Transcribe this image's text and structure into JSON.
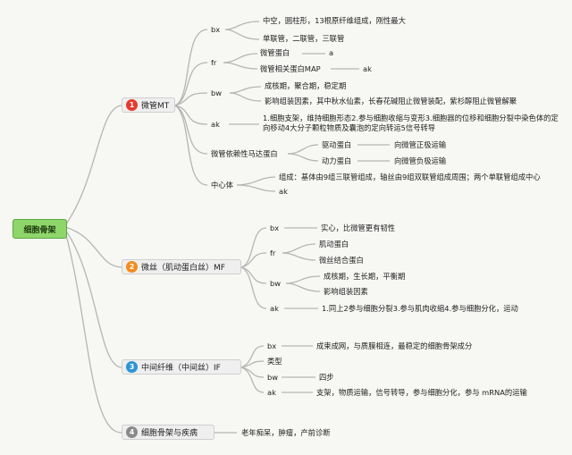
{
  "root": "细胞骨架",
  "branches": [
    {
      "num": "1",
      "title": "微管MT"
    },
    {
      "num": "2",
      "title": "微丝（肌动蛋白丝）MF"
    },
    {
      "num": "3",
      "title": "中间纤维（中间丝）IF"
    },
    {
      "num": "4",
      "title": "细胞骨架与疾病"
    }
  ],
  "colors": {
    "b1": "#e63a2e",
    "b2": "#f28c1e",
    "b3": "#2b96d6",
    "b4": "#8a8a8a"
  },
  "mt": {
    "bx": "bx",
    "bx_1": "中空，圆柱形，13根原纤维组成，刚性最大",
    "bx_2": "单联管，二联管，三联管",
    "fr": "fr",
    "fr_1": "微管蛋白",
    "fr_1a": "a",
    "fr_2": "微管相关蛋白MAP",
    "fr_2a": "ak",
    "bw": "bw",
    "bw_1": "成核期，聚合期，稳定期",
    "bw_2": "影响组装因素，其中秋水仙素，长春花碱阻止微管装配，紫杉醇阻止微管解聚",
    "ak": "ak",
    "ak_1": "1.细胞支架，维持细胞形态2.参与细胞收缩与变形3.细胞器的位移和细胞分裂中染色体的定向移动4大分子颗粒物质及囊泡的定向转运5信号转导",
    "motor": "微管依赖性马达蛋白",
    "motor_1": "驱动蛋白",
    "motor_1a": "向微管正极运输",
    "motor_2": "动力蛋白",
    "motor_2a": "向微管负极运输",
    "centro": "中心体",
    "centro_1": "组成：基体由9组三联管组成，轴丝由9组双联管组成周围；两个单联管组成中心",
    "centro_2": "ak"
  },
  "mf": {
    "bx": "bx",
    "bx_1": "实心，比微管更有韧性",
    "fr": "fr",
    "fr_1": "肌动蛋白",
    "fr_2": "微丝结合蛋白",
    "bw": "bw",
    "bw_1": "成核期，生长期，平衡期",
    "bw_2": "影响组装因素",
    "ak": "ak",
    "ak_1": "1.同上2参与细胞分裂3.参与肌肉收缩4.参与细胞分化，运动"
  },
  "if": {
    "bx": "bx",
    "bx_1": "成束成网，与质膜相连，最稳定的细胞骨架成分",
    "type": "类型",
    "bw": "bw",
    "bw_1": "四步",
    "ak": "ak",
    "ak_1": "支架，物质运输，信号转导，参与细胞分化，参与 mRNA的运输"
  },
  "disease": {
    "d_1": "老年痴呆，肿瘤，产前诊断"
  }
}
